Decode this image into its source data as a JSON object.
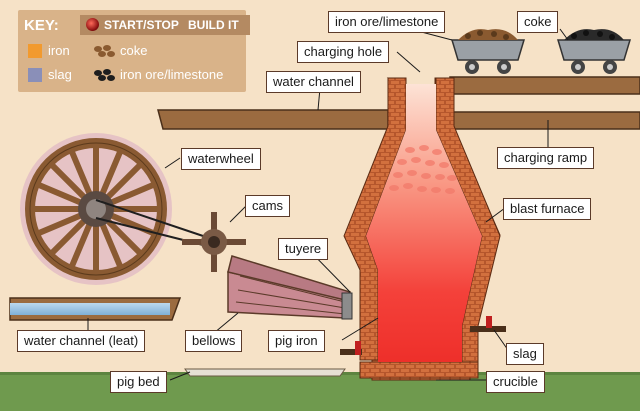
{
  "key": {
    "title": "KEY:",
    "start_stop": "START/STOP",
    "build_it": "BUILD IT",
    "items": {
      "iron": "iron",
      "coke": "coke",
      "slag": "slag",
      "ore": "iron ore/limestone"
    }
  },
  "labels": {
    "ore": "iron ore/limestone",
    "coke": "coke",
    "charging_hole": "charging hole",
    "water_channel": "water channel",
    "waterwheel": "waterwheel",
    "charging_ramp": "charging ramp",
    "cams": "cams",
    "blast_furnace": "blast furnace",
    "tuyere": "tuyere",
    "water_channel_leat": "water channel (leat)",
    "bellows": "bellows",
    "pig_iron": "pig iron",
    "slag": "slag",
    "pig_bed": "pig bed",
    "crucible": "crucible"
  },
  "colors": {
    "iron": "#f29a2e",
    "slag": "#8a8fb8",
    "wood": "#9b6b40",
    "brick": "#b5562c",
    "fire": "#f23b2b",
    "grass": "#6f9a4e"
  }
}
